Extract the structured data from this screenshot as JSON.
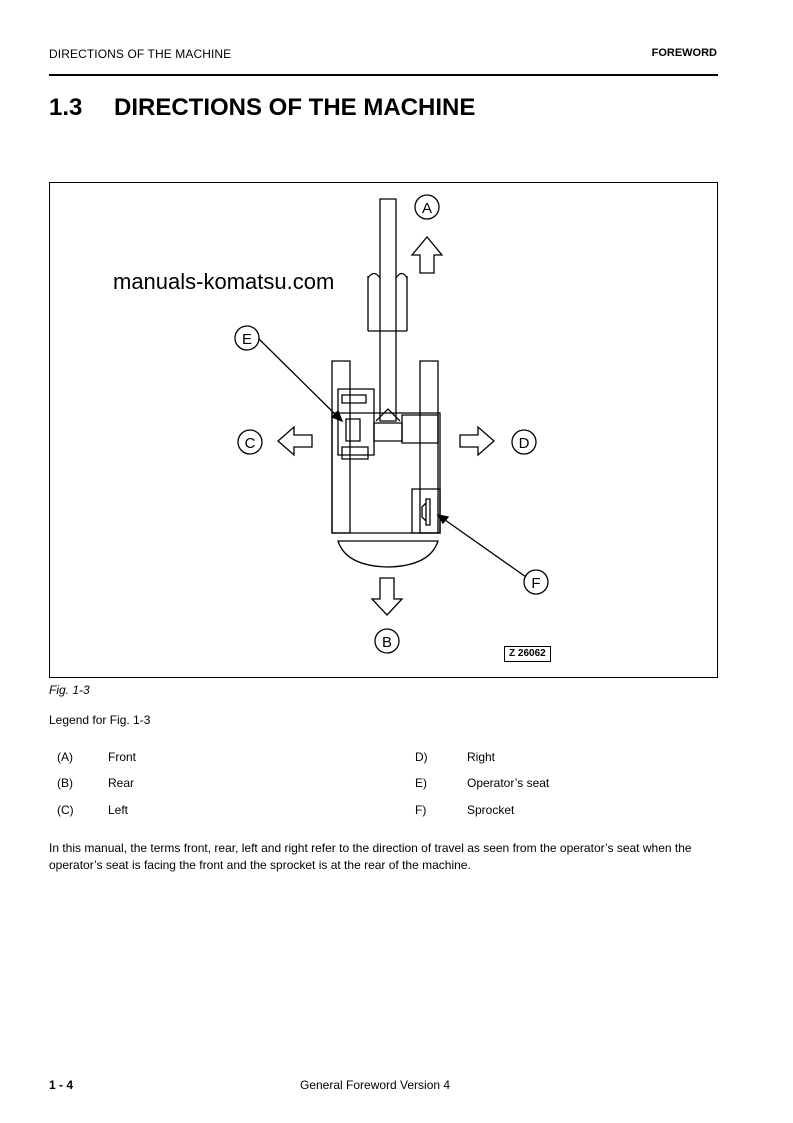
{
  "header": {
    "left": "DIRECTIONS OF THE MACHINE",
    "right": "FOREWORD"
  },
  "section": {
    "number": "1.3",
    "title": "DIRECTIONS OF THE MACHINE"
  },
  "figure": {
    "watermark": "manuals-komatsu.com",
    "code": "Z 26062",
    "labels": {
      "a": "A",
      "b": "B",
      "c": "C",
      "d": "D",
      "e": "E",
      "f": "F"
    },
    "caption": "Fig. 1-3"
  },
  "legend": {
    "title": "Legend for Fig. 1-3",
    "items": [
      {
        "key": "(A)",
        "text": "Front"
      },
      {
        "key": "(B)",
        "text": "Rear"
      },
      {
        "key": "(C)",
        "text": "Left"
      },
      {
        "key": "D)",
        "text": "Right"
      },
      {
        "key": "E)",
        "text": "Operator’s seat"
      },
      {
        "key": "F)",
        "text": "Sprocket"
      }
    ]
  },
  "body": "In this manual, the terms front, rear, left and right refer to the direction of travel as seen from the operator’s seat when the operator’s seat is facing the front and the sprocket is at the rear of the machine.",
  "footer": {
    "page": "1 - 4",
    "text": "General Foreword Version 4"
  }
}
